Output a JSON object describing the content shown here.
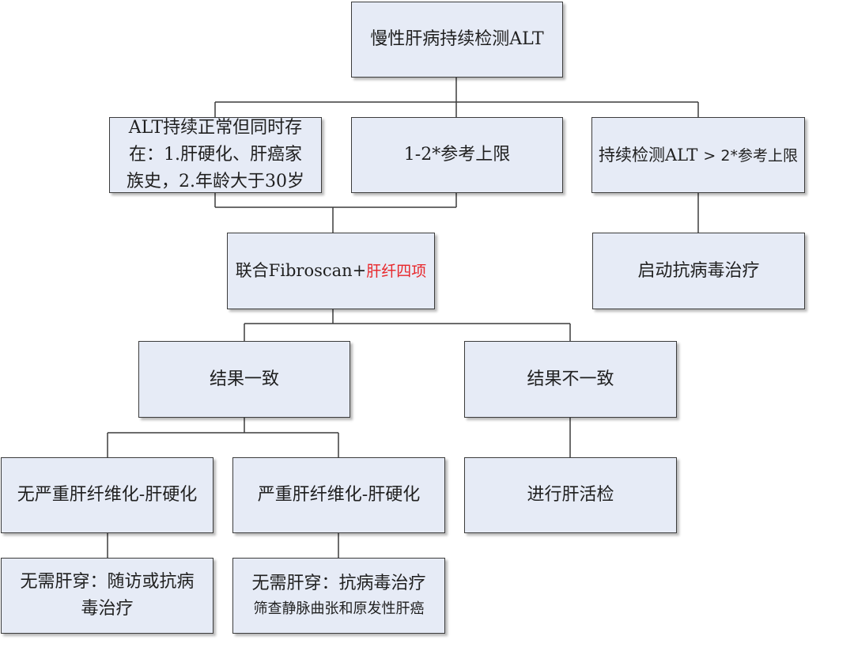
{
  "diagram": {
    "root": "慢性肝病持续检测ALT",
    "normal_alt": {
      "lines": [
        "ALT持续正常但同时存",
        "在：1.肝硬化、肝癌家",
        "族史，2.年龄大于30岁"
      ]
    },
    "mid_alt": "1-2*参考上限",
    "high_alt": {
      "prefix": "持续检测ALT",
      "suffix": "> 2*参考上限"
    },
    "fibroscan": {
      "prefix": "联合Fibroscan+",
      "highlight": "肝纤四项"
    },
    "start_antiviral": "启动抗病毒治疗",
    "consistent": "结果一致",
    "inconsistent": "结果不一致",
    "no_severe": "无严重肝纤维化-肝硬化",
    "severe": "严重肝纤维化-肝硬化",
    "biopsy": "进行肝活检",
    "no_biopsy_followup": {
      "lines": [
        "无需肝穿：随访或抗病",
        "毒治疗"
      ]
    },
    "no_biopsy_antiviral": {
      "line1": "无需肝穿：抗病毒治疗",
      "line2": "筛查静脉曲张和原发性肝癌"
    },
    "colors": {
      "box_fill": "#e6ebf6",
      "box_border": "#3c3c3c",
      "highlight": "#e8262a",
      "connector": "#3c3c3c"
    }
  }
}
